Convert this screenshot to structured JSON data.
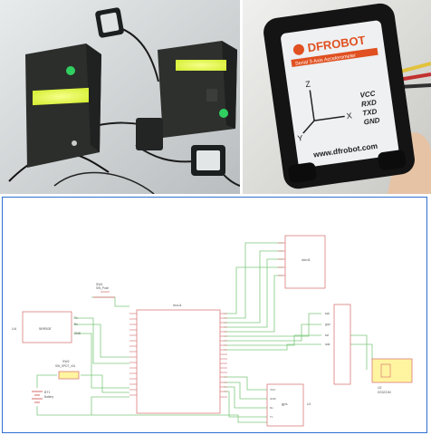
{
  "sensor_label": {
    "brand": "DFROBOT",
    "subtitle": "Serial 3-Axis Accelerometer",
    "pins": [
      "VCC",
      "RXD",
      "TXD",
      "GND"
    ],
    "axes": [
      "X",
      "Y",
      "Z"
    ],
    "url": "www.dfrobot.com"
  },
  "schematic": {
    "blocks": {
      "sensor": {
        "ref": "U4",
        "name": "sensor",
        "pins": [
          "Tx",
          "Rx",
          "GND"
        ]
      },
      "switch": {
        "ref": "SW1",
        "name": "SW_Push"
      },
      "switch2": {
        "ref": "SW2",
        "name": "SW_SPDT_x01"
      },
      "battery": {
        "ref": "BT1",
        "name": "Battery"
      },
      "mcu": {
        "ref": "mcu1"
      },
      "oled": {
        "ref": "oled1"
      },
      "gps": {
        "ref": "U1",
        "name": "gps",
        "pins": [
          "VCC",
          "GND",
          "Rx",
          "Tx"
        ]
      },
      "regulator": {
        "ref": "U2",
        "name": "DS3231M"
      },
      "header": {
        "pins": [
          "sck",
          "gnd",
          "scl",
          "sda"
        ]
      }
    }
  },
  "colors": {
    "wire": "#7fc97f",
    "outline": "#d46a6a",
    "frame": "#2f6fd0",
    "lcd": "#e8f86a",
    "led": "#30d060"
  }
}
